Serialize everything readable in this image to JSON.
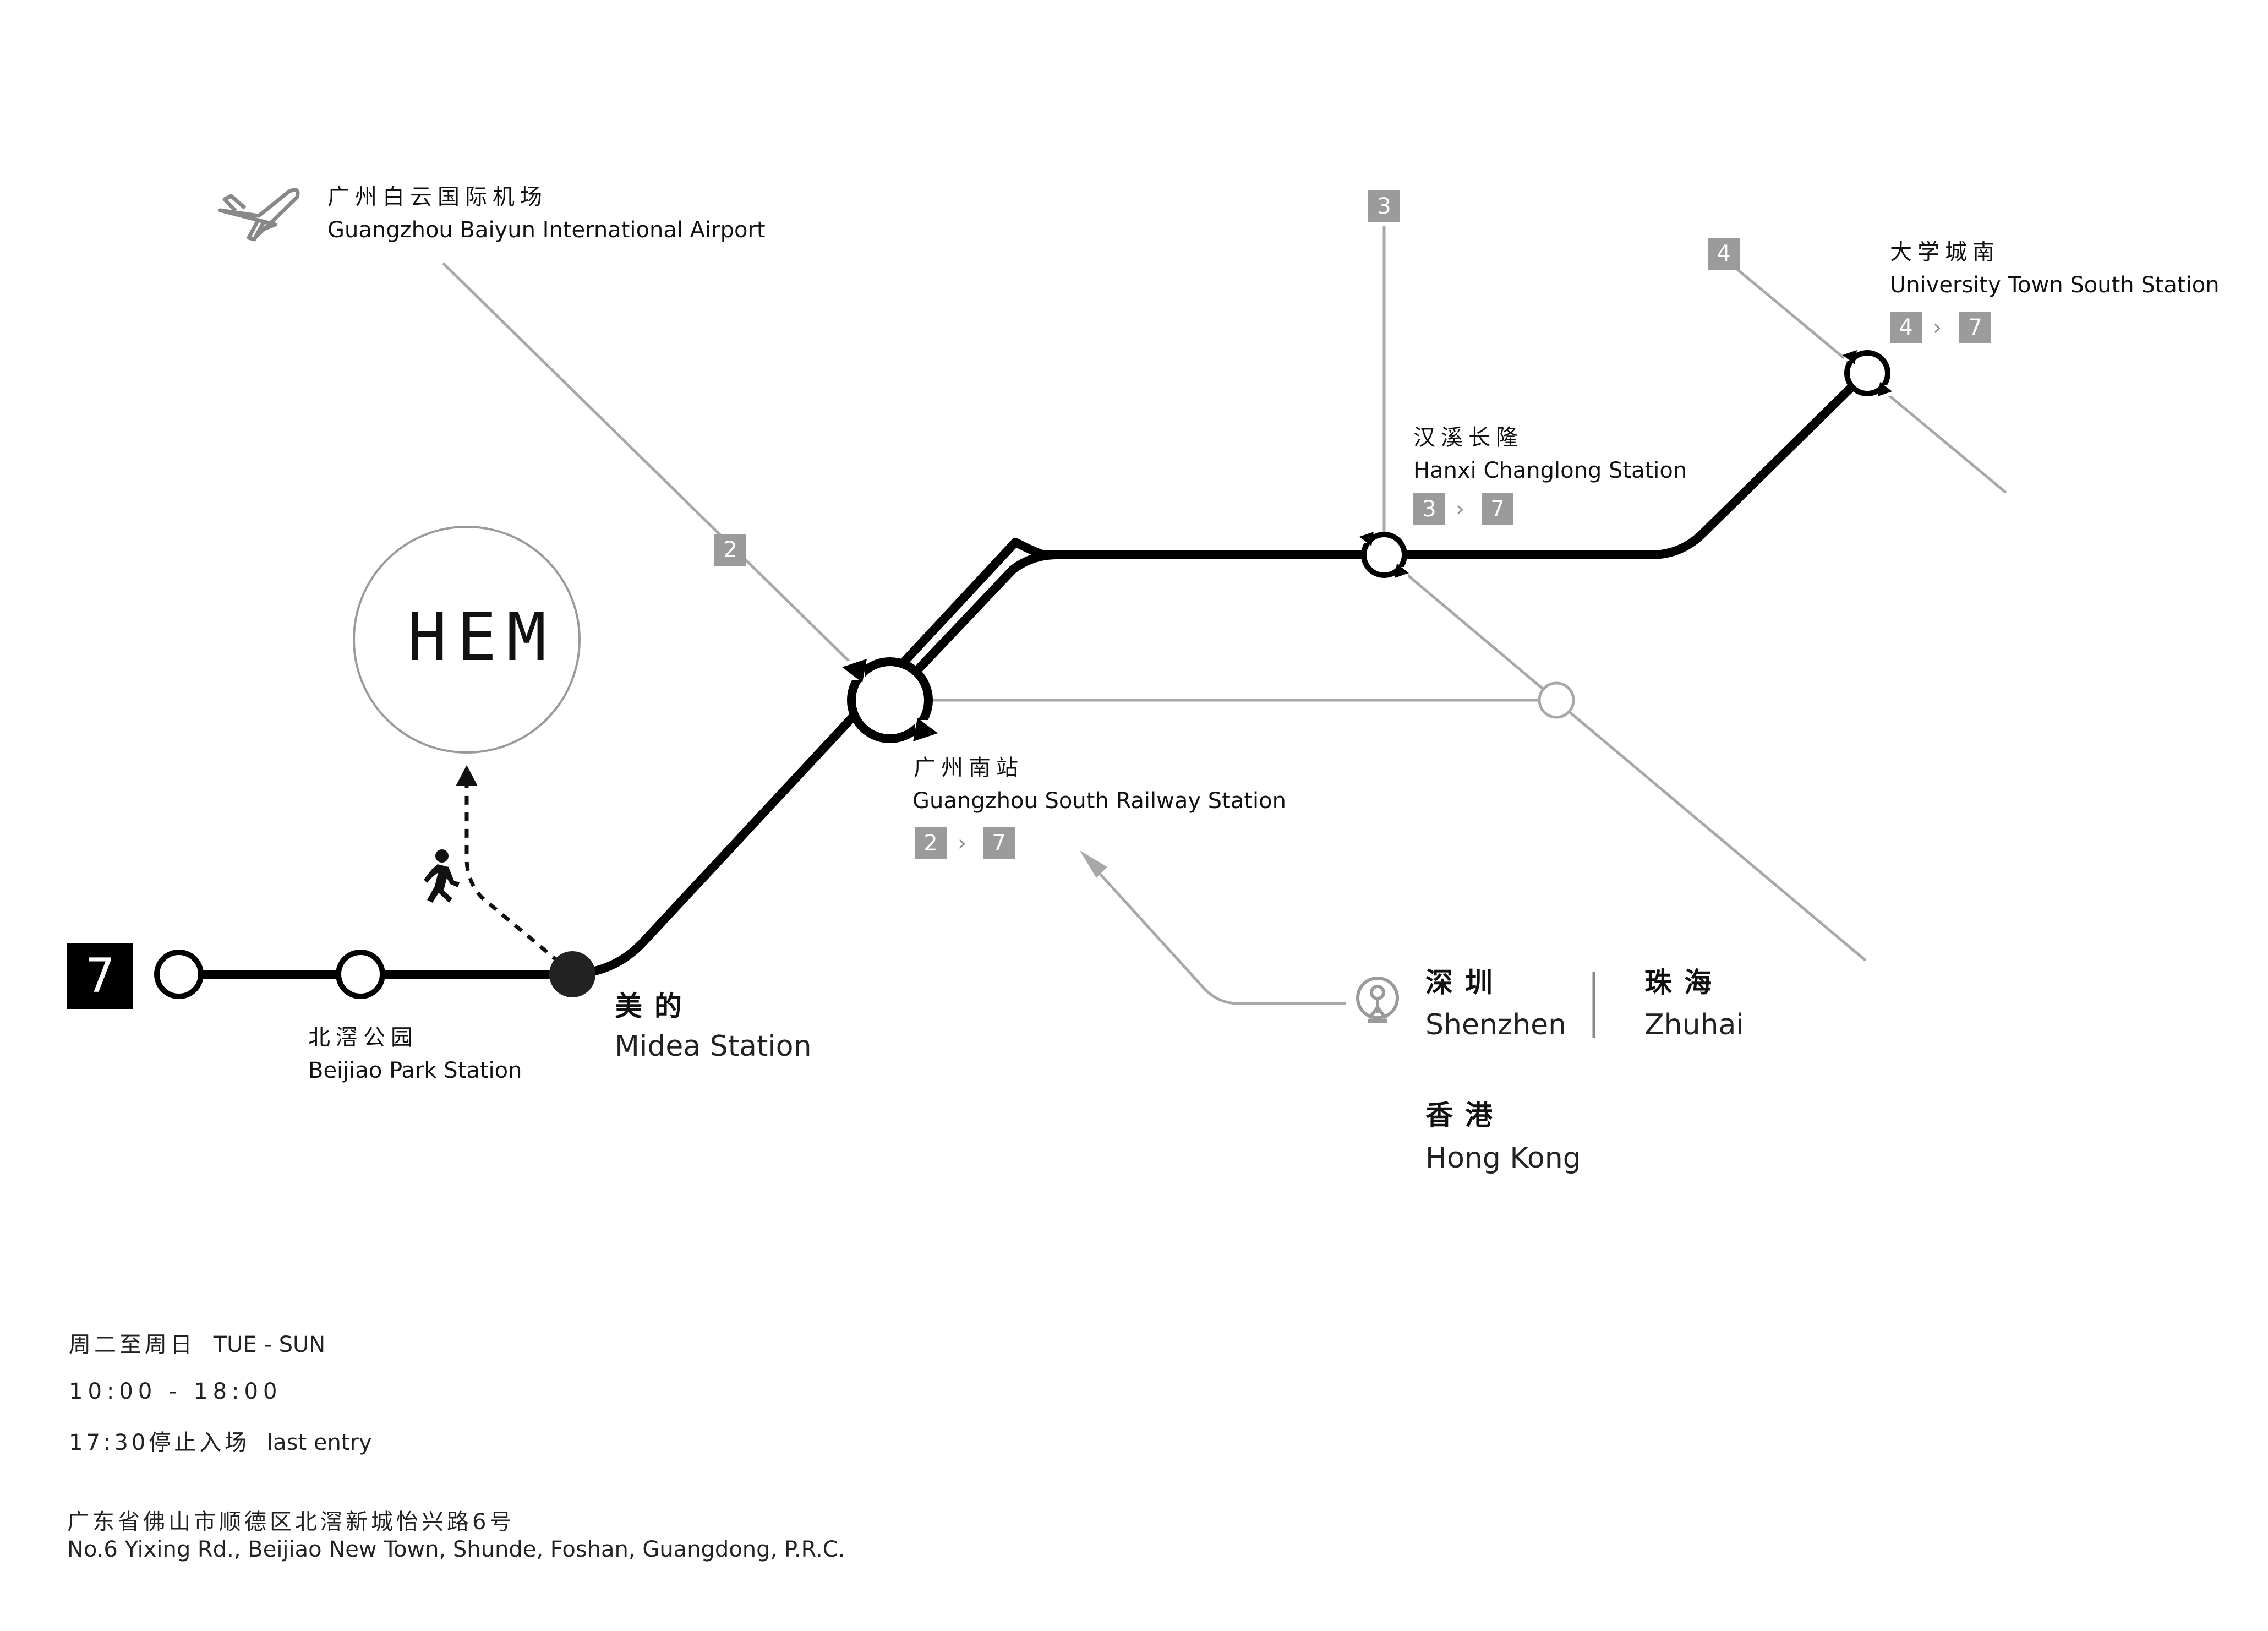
{
  "line": {
    "number": "7"
  },
  "logo": {
    "text": "HEM"
  },
  "airport": {
    "zh": "广州白云国际机场",
    "en": "Guangzhou Baiyun International Airport"
  },
  "stations": {
    "beijiao_park": {
      "zh": "北滘公园",
      "en": "Beijiao Park Station"
    },
    "midea": {
      "zh": "美的",
      "en": "Midea Station"
    },
    "guangzhou_south": {
      "zh": "广州南站",
      "en": "Guangzhou South Railway Station",
      "transfer_from": "2",
      "transfer_to": "7"
    },
    "hanxi_changlong": {
      "zh": "汉溪长隆",
      "en": "Hanxi Changlong Station",
      "transfer_from": "3",
      "transfer_to": "7"
    },
    "university_town_south": {
      "zh": "大学城南",
      "en": "University Town South Station",
      "transfer_from": "4",
      "transfer_to": "7"
    }
  },
  "line_badges": {
    "line2": "2",
    "line3": "3",
    "line4": "4"
  },
  "transfer_separator": "›",
  "rail_destinations": {
    "shenzhen": {
      "zh": "深圳",
      "en": "Shenzhen"
    },
    "zhuhai": {
      "zh": "珠海",
      "en": "Zhuhai"
    },
    "hongkong": {
      "zh": "香港",
      "en": "Hong Kong"
    }
  },
  "hours": {
    "days_zh": "周二至周日",
    "days_en": "TUE - SUN",
    "time": "10:00 - 18:00",
    "last_entry_zh": "17:30停止入场",
    "last_entry_en": "last entry"
  },
  "address": {
    "zh": "广东省佛山市顺德区北滘新城怡兴路6号",
    "en": "No.6 Yixing Rd., Beijiao New Town, Shunde, Foshan, Guangdong, P.R.C."
  },
  "colors": {
    "line7": "#000000",
    "other_lines": "#a8a8a8",
    "badge": "#9b9b9b"
  },
  "icons": [
    "airplane-icon",
    "walking-person-icon",
    "railway-station-icon",
    "interchange-icon"
  ]
}
